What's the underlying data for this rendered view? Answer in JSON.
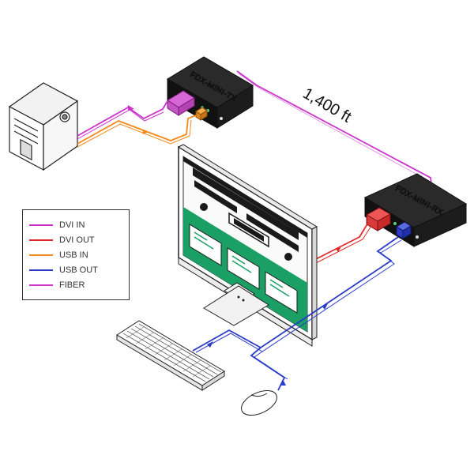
{
  "devices": {
    "tx_label": "FDX-MINI-TX",
    "rx_label": "FDX-MINI-RX"
  },
  "distance_label": "1,400 ft",
  "colors": {
    "dvi_in": "#cc33cc",
    "dvi_out": "#e02a2a",
    "usb_in": "#f08a1c",
    "usb_out": "#2a3cc8",
    "fiber": "#cc33cc",
    "screen_green": "#1aa064"
  },
  "legend": {
    "items": [
      {
        "label": "DVI IN",
        "color": "#cc33cc"
      },
      {
        "label": "DVI OUT",
        "color": "#e02a2a"
      },
      {
        "label": "USB IN",
        "color": "#f08a1c"
      },
      {
        "label": "USB OUT",
        "color": "#2a3cc8"
      },
      {
        "label": "FIBER",
        "color": "#cc33cc"
      }
    ]
  }
}
